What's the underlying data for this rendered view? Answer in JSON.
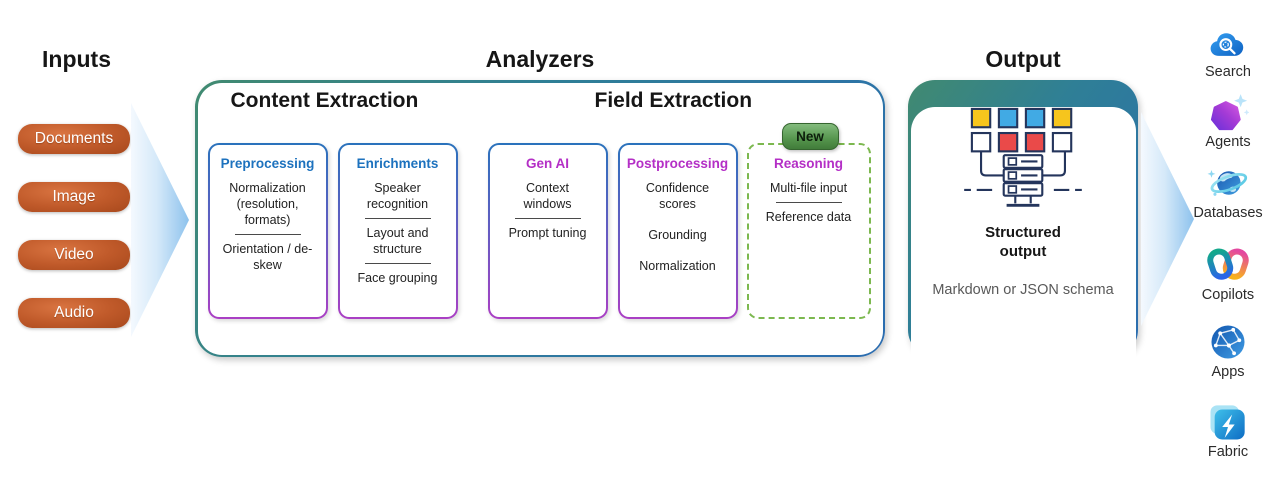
{
  "inputs": {
    "title": "Inputs",
    "items": [
      {
        "label": "Documents"
      },
      {
        "label": "Image"
      },
      {
        "label": "Video"
      },
      {
        "label": "Audio"
      }
    ]
  },
  "analyzers": {
    "title": "Analyzers",
    "content_extraction": {
      "title": "Content Extraction",
      "cards": [
        {
          "title": "Preprocessing",
          "items": [
            "Normalization (resolution, formats)",
            "Orientation / de-skew"
          ]
        },
        {
          "title": "Enrichments",
          "items": [
            "Speaker recognition",
            "Layout and structure",
            "Face grouping"
          ]
        }
      ]
    },
    "field_extraction": {
      "title": "Field Extraction",
      "cards": [
        {
          "title": "Gen AI",
          "items": [
            "Context windows",
            "Prompt tuning"
          ]
        },
        {
          "title": "Postprocessing",
          "items": [
            "Confidence scores",
            "Grounding",
            "Normalization"
          ]
        },
        {
          "title": "Reasoning",
          "badge": "New",
          "items": [
            "Multi-file input",
            "Reference data"
          ]
        }
      ]
    }
  },
  "output": {
    "title": "Output",
    "label": "Structured output",
    "subtitle": "Markdown or JSON schema",
    "icon": "structured-output-icon"
  },
  "destinations": {
    "items": [
      {
        "label": "Search",
        "icon": "search-icon"
      },
      {
        "label": "Agents",
        "icon": "agents-icon"
      },
      {
        "label": "Databases",
        "icon": "databases-icon"
      },
      {
        "label": "Copilots",
        "icon": "copilots-icon"
      },
      {
        "label": "Apps",
        "icon": "apps-icon"
      },
      {
        "label": "Fabric",
        "icon": "fabric-icon"
      }
    ]
  },
  "colors": {
    "input_pill_orange": "#bf5527",
    "flow_arrow_blue": "#8dc2ed",
    "outer_border_teal": "#418a70",
    "outer_border_blue": "#2b6cb0",
    "card_border_top_blue": "#2a72bc",
    "card_border_bottom_magenta": "#aa3fc4",
    "card_title_blue": "#1d72be",
    "card_title_magenta": "#b42fc6",
    "reasoning_dash_green": "#7cb84f",
    "new_badge_green": "#55954d",
    "subtitle_gray": "#595959"
  }
}
